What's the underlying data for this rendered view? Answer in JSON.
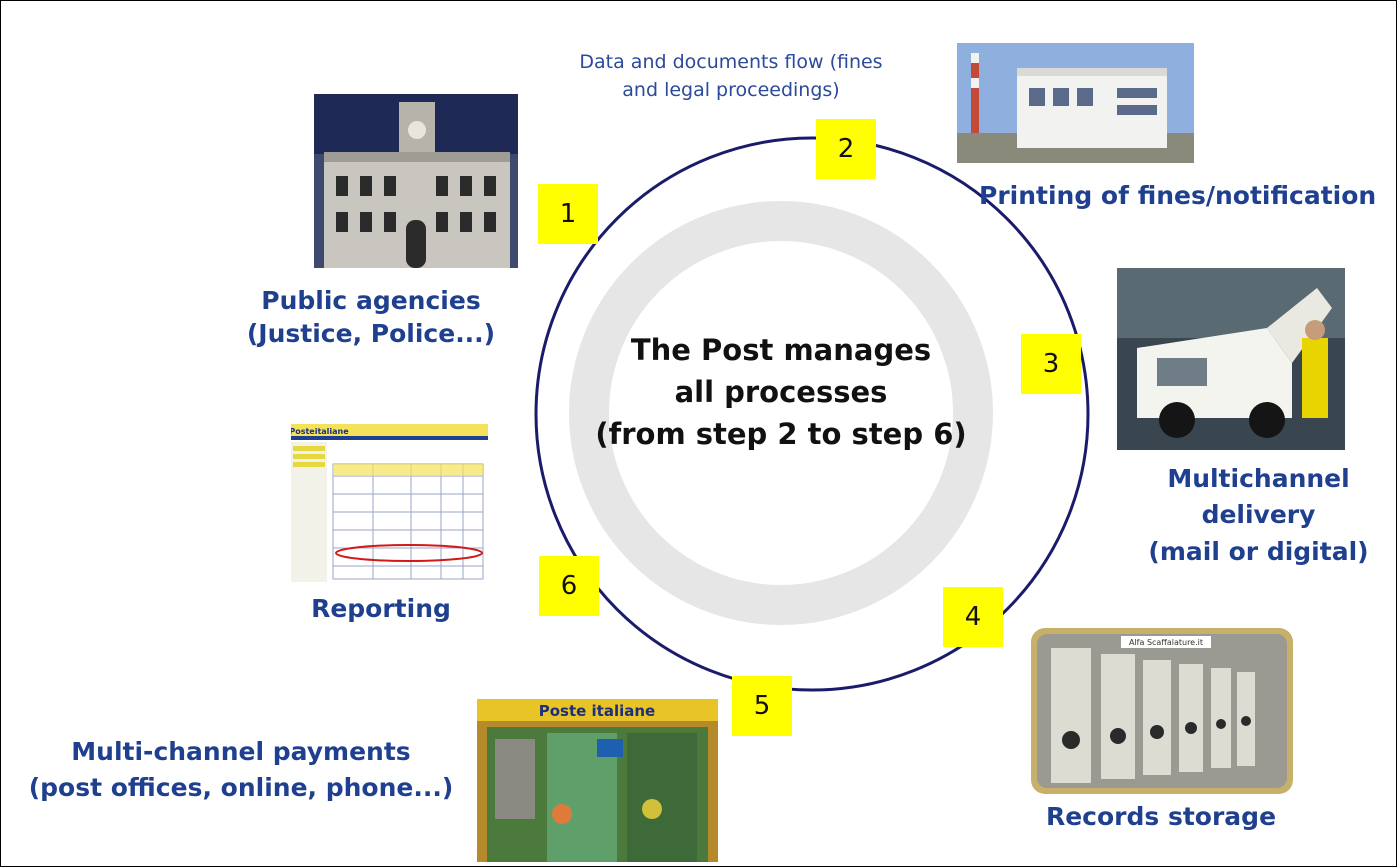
{
  "diagram": {
    "center_text": [
      "The Post manages",
      "all processes",
      "(from step 2 to step 6)"
    ],
    "flow_caption": [
      "Data and documents flow (fines",
      "and legal proceedings)"
    ],
    "steps": [
      "1",
      "2",
      "3",
      "4",
      "5",
      "6"
    ],
    "labels": {
      "public_agencies": [
        "Public agencies",
        "(Justice, Police...)"
      ],
      "printing": "Printing of fines/notification",
      "delivery": [
        "Multichannel",
        "delivery",
        "(mail or digital)"
      ],
      "storage": "Records storage",
      "payments": [
        "Multi-channel payments",
        "(post offices, online, phone...)"
      ],
      "reporting": "Reporting"
    },
    "photo_text": {
      "post_office_sign": "Poste italiane",
      "storage_sign": "Alfa Scaffalature.it",
      "report_header": "Posteitaliane"
    }
  },
  "colors": {
    "label_blue": "#1f3f8f",
    "step_yellow": "#ffff00",
    "circle_navy": "#1b1b6b",
    "ring_gray": "#e6e6e6"
  }
}
